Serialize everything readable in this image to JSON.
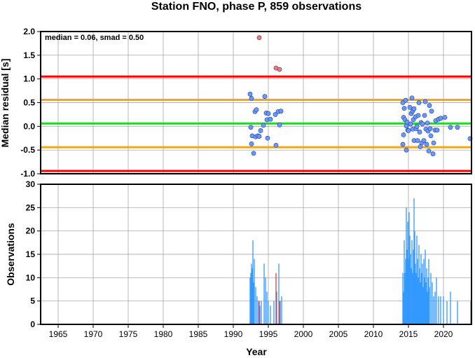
{
  "chart_data": [
    {
      "type": "scatter",
      "title": "Station FNO, phase P, 859 observations",
      "ylabel": "Median residual [s]",
      "annotation": "median = 0.06, smad = 0.50",
      "xlim": [
        1962.5,
        2024
      ],
      "ylim": [
        -1.0,
        2.0
      ],
      "yticks": [
        "2.0",
        "1.5",
        "1.0",
        "0.5",
        "0.0",
        "-0.5",
        "-1.0"
      ],
      "grid": true,
      "reference_lines": [
        {
          "y": 1.05,
          "color": "#ff0000"
        },
        {
          "y": 0.56,
          "color": "#ffa500"
        },
        {
          "y": 0.06,
          "color": "#00ee00"
        },
        {
          "y": -0.44,
          "color": "#ffa500"
        },
        {
          "y": -0.94,
          "color": "#ff0000"
        }
      ],
      "series": [
        {
          "color": "#6699ff",
          "points": [
            [
              1992.4,
              0.68
            ],
            [
              1992.6,
              0.59
            ],
            [
              1992.5,
              -0.02
            ],
            [
              1992.7,
              -0.2
            ],
            [
              1992.6,
              -0.37
            ],
            [
              1992.9,
              -0.57
            ],
            [
              1993.1,
              0.31
            ],
            [
              1993.3,
              0.35
            ],
            [
              1993.2,
              -0.22
            ],
            [
              1993.5,
              -0.2
            ],
            [
              1993.7,
              -0.21
            ],
            [
              1993.9,
              -0.09
            ],
            [
              1994.3,
              0.02
            ],
            [
              1994.5,
              0.63
            ],
            [
              1994.7,
              0.28
            ],
            [
              1994.8,
              0.14
            ],
            [
              1995.0,
              0.27
            ],
            [
              1994.9,
              -0.25
            ],
            [
              1995.3,
              0.15
            ],
            [
              1996.0,
              0.25
            ],
            [
              1996.1,
              -0.4
            ],
            [
              1996.4,
              0.31
            ],
            [
              1996.6,
              0.03
            ],
            [
              1996.8,
              0.32
            ],
            [
              2014.2,
              0.5
            ],
            [
              2014.4,
              0.38
            ],
            [
              2014.3,
              0.19
            ],
            [
              2014.5,
              0.14
            ],
            [
              2014.6,
              0.55
            ],
            [
              2014.7,
              0.01
            ],
            [
              2014.8,
              0.09
            ],
            [
              2014.9,
              -0.08
            ],
            [
              2014.7,
              -0.5
            ],
            [
              2014.2,
              -0.38
            ],
            [
              2014.3,
              -0.18
            ],
            [
              2015.0,
              -0.09
            ],
            [
              2015.2,
              0.4
            ],
            [
              2015.4,
              0.27
            ],
            [
              2015.5,
              0.6
            ],
            [
              2015.3,
              0.05
            ],
            [
              2015.6,
              0.32
            ],
            [
              2015.7,
              0.14
            ],
            [
              2015.8,
              0.37
            ],
            [
              2015.6,
              -0.06
            ],
            [
              2015.8,
              -0.3
            ],
            [
              2016.0,
              0.2
            ],
            [
              2016.1,
              -0.05
            ],
            [
              2016.2,
              0.0
            ],
            [
              2016.3,
              -0.3
            ],
            [
              2016.4,
              0.23
            ],
            [
              2016.5,
              0.5
            ],
            [
              2016.6,
              -0.12
            ],
            [
              2016.8,
              0.08
            ],
            [
              2016.9,
              -0.35
            ],
            [
              2016.7,
              -0.43
            ],
            [
              2017.0,
              0.05
            ],
            [
              2017.2,
              -0.3
            ],
            [
              2017.3,
              0.23
            ],
            [
              2017.4,
              0.52
            ],
            [
              2017.5,
              -0.06
            ],
            [
              2017.6,
              -0.38
            ],
            [
              2017.7,
              0.07
            ],
            [
              2017.8,
              -0.1
            ],
            [
              2017.9,
              -0.52
            ],
            [
              2018.0,
              0.44
            ],
            [
              2018.1,
              -0.05
            ],
            [
              2018.2,
              -0.2
            ],
            [
              2018.3,
              0.32
            ],
            [
              2018.5,
              -0.58
            ],
            [
              2018.6,
              -0.35
            ],
            [
              2018.8,
              -0.08
            ],
            [
              2018.9,
              0.12
            ],
            [
              2019.1,
              -0.08
            ],
            [
              2019.3,
              0.15
            ],
            [
              2019.6,
              0.17
            ],
            [
              2020.2,
              0.19
            ],
            [
              2021.0,
              -0.02
            ],
            [
              2022.0,
              -0.02
            ],
            [
              2023.8,
              -0.26
            ]
          ]
        },
        {
          "color": "#f47c6a",
          "points": [
            [
              1993.7,
              1.87
            ],
            [
              1996.1,
              1.23
            ],
            [
              1996.6,
              1.2
            ]
          ]
        }
      ]
    },
    {
      "type": "bar",
      "xlabel": "Year",
      "ylabel": "Observations",
      "xlim": [
        1962.5,
        2024
      ],
      "ylim": [
        0,
        30
      ],
      "yticks": [
        "30",
        "25",
        "20",
        "15",
        "10",
        "5",
        "0"
      ],
      "xticks": [
        "1965",
        "1970",
        "1975",
        "1980",
        "1985",
        "1990",
        "1995",
        "2000",
        "2005",
        "2010",
        "2015",
        "2020"
      ],
      "grid": true,
      "series": [
        {
          "color": "#3399ff",
          "bars": [
            [
              1992.4,
              10
            ],
            [
              1992.5,
              11
            ],
            [
              1992.6,
              13
            ],
            [
              1992.7,
              12
            ],
            [
              1992.8,
              18
            ],
            [
              1992.9,
              9
            ],
            [
              1993.0,
              14
            ],
            [
              1993.2,
              8
            ],
            [
              1993.4,
              6
            ],
            [
              1993.6,
              5
            ],
            [
              1993.8,
              4
            ],
            [
              1994.0,
              5
            ],
            [
              1994.4,
              13
            ],
            [
              1994.6,
              10
            ],
            [
              1994.8,
              7
            ],
            [
              1995.0,
              5
            ],
            [
              1995.3,
              4
            ],
            [
              1995.8,
              5
            ],
            [
              1996.2,
              7
            ],
            [
              1996.5,
              13
            ],
            [
              1996.7,
              5
            ],
            [
              1996.9,
              6
            ],
            [
              2014.2,
              11
            ],
            [
              2014.3,
              7
            ],
            [
              2014.4,
              18
            ],
            [
              2014.5,
              11
            ],
            [
              2014.6,
              14
            ],
            [
              2014.7,
              25
            ],
            [
              2014.8,
              16
            ],
            [
              2014.9,
              22
            ],
            [
              2015.0,
              14
            ],
            [
              2015.1,
              24
            ],
            [
              2015.2,
              19
            ],
            [
              2015.3,
              15
            ],
            [
              2015.4,
              12
            ],
            [
              2015.5,
              18
            ],
            [
              2015.6,
              11
            ],
            [
              2015.7,
              16
            ],
            [
              2015.8,
              27
            ],
            [
              2015.9,
              20
            ],
            [
              2016.0,
              13
            ],
            [
              2016.1,
              11
            ],
            [
              2016.2,
              19
            ],
            [
              2016.3,
              14
            ],
            [
              2016.4,
              10
            ],
            [
              2016.5,
              17
            ],
            [
              2016.6,
              12
            ],
            [
              2016.7,
              9
            ],
            [
              2016.8,
              15
            ],
            [
              2016.9,
              11
            ],
            [
              2017.0,
              13
            ],
            [
              2017.1,
              8
            ],
            [
              2017.2,
              14
            ],
            [
              2017.3,
              10
            ],
            [
              2017.4,
              16
            ],
            [
              2017.5,
              9
            ],
            [
              2017.6,
              12
            ],
            [
              2017.7,
              7
            ],
            [
              2017.8,
              10
            ],
            [
              2017.9,
              14
            ],
            [
              2018.0,
              8
            ],
            [
              2018.2,
              11
            ],
            [
              2018.4,
              9
            ],
            [
              2018.6,
              6
            ],
            [
              2018.8,
              7
            ],
            [
              2019.0,
              10
            ],
            [
              2019.3,
              6
            ],
            [
              2019.6,
              6
            ],
            [
              2020.0,
              6
            ],
            [
              2020.5,
              5
            ],
            [
              2021.0,
              7
            ],
            [
              2022.0,
              5
            ],
            [
              2023.9,
              5
            ]
          ]
        },
        {
          "color": "#ff3333",
          "bars": [
            [
              1993.7,
              5
            ],
            [
              1996.1,
              11
            ],
            [
              1996.6,
              5
            ]
          ]
        }
      ]
    }
  ]
}
